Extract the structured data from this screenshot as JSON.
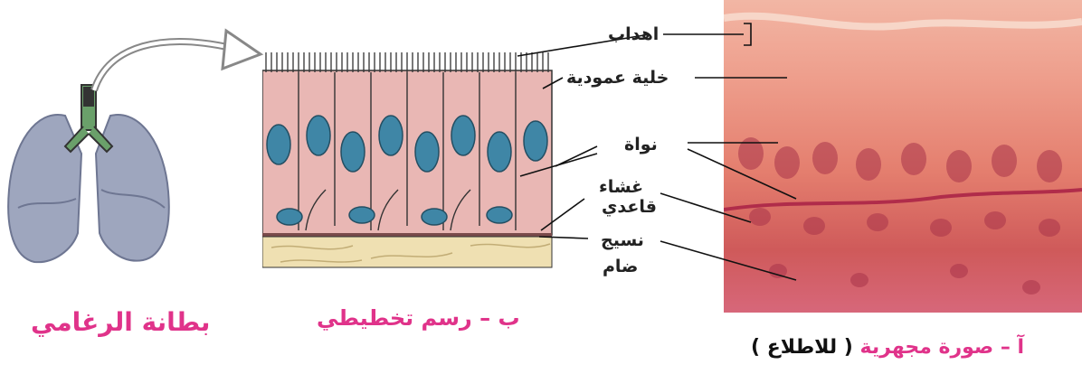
{
  "title": "بطانة الرغامي",
  "panels": {
    "diagram_caption": "ب – رسم تخطيطي",
    "micro_caption_colored": "آ – صورة مجهرية",
    "micro_caption_note": "( للاطلاع )"
  },
  "labels": {
    "cilia": "اهداب",
    "columnar_cell": "خلية عمودية",
    "nucleus": "نواة",
    "basement_membrane_1": "غشاء",
    "basement_membrane_2": "قاعدي",
    "connective_tissue_1": "نسيج",
    "connective_tissue_2": "ضام"
  },
  "colors": {
    "title": "#e0338a",
    "caption_accent": "#e0338a",
    "cell_fill": "#e9b7b4",
    "nucleus_fill": "#3f86a6",
    "connective_fill": "#efe0b2",
    "micro_bg": "#e98a78",
    "lung_fill": "#9ea6be"
  }
}
